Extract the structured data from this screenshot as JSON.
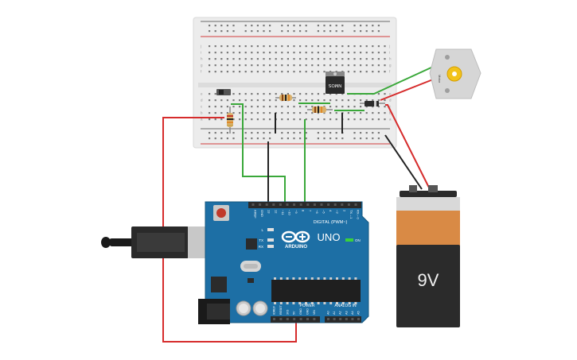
{
  "arduino": {
    "brand": "ARDUINO",
    "model": "UNO",
    "digital_label": "DIGITAL (PWM~)",
    "power_label": "POWER",
    "analog_label": "ANALOG IN",
    "on_label": "ON",
    "l_label": "L",
    "tx_label": "TX",
    "rx_label": "RX",
    "digital_pins": [
      "AREF",
      "GND",
      "13",
      "12",
      "~11",
      "~10",
      "~9",
      "8",
      "7",
      "~6",
      "~5",
      "4",
      "~3",
      "2",
      "TX→1",
      "RX←0"
    ],
    "power_pins": [
      "IOREF",
      "RESET",
      "3V3",
      "5V",
      "GND",
      "GND",
      "VIN"
    ],
    "analog_pins": [
      "A0",
      "A1",
      "A2",
      "A3",
      "A4",
      "A5"
    ]
  },
  "breadboard": {
    "rows_top": [
      "j",
      "i",
      "h",
      "g",
      "f"
    ],
    "rows_bottom": [
      "e",
      "d",
      "c",
      "b",
      "a"
    ]
  },
  "mosfet": {
    "label": "NMOS"
  },
  "motor": {
    "label": "Motor"
  },
  "battery": {
    "label": "9V"
  },
  "colors": {
    "board_blue": "#1d6fa5",
    "wire_green": "#3aa83a",
    "wire_red": "#d62c2c",
    "wire_black": "#222222",
    "battery_orange": "#d98a45",
    "battery_black": "#2b2b2b"
  }
}
